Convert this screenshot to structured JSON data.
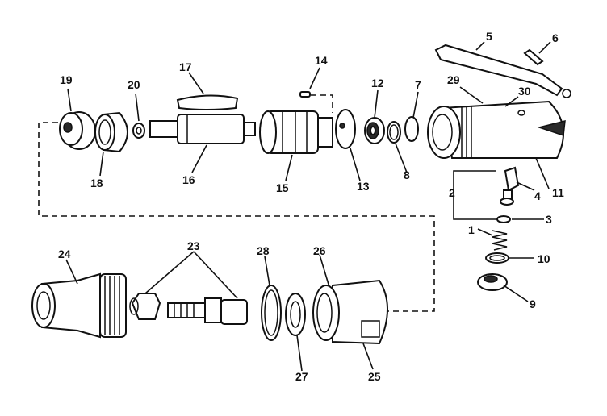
{
  "labels": {
    "p1": "1",
    "p2": "2",
    "p3": "3",
    "p4": "4",
    "p5": "5",
    "p6": "6",
    "p7": "7",
    "p8": "8",
    "p9": "9",
    "p10": "10",
    "p11": "11",
    "p12": "12",
    "p13": "13",
    "p14": "14",
    "p15": "15",
    "p16": "16",
    "p17": "17",
    "p18": "18",
    "p19": "19",
    "p20": "20",
    "p23": "23",
    "p24": "24",
    "p25": "25",
    "p26": "26",
    "p27": "27",
    "p28": "28",
    "p29": "29",
    "p30": "30"
  }
}
